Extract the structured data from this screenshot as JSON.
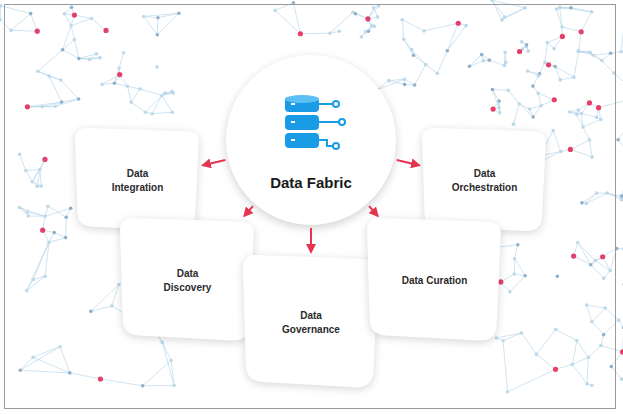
{
  "diagram": {
    "nodes": [
      {
        "text": [
          "Data Fabric"
        ]
      },
      {
        "text": [
          "Data Integration"
        ]
      },
      {
        "text": [
          "Data Orchestration"
        ]
      },
      {
        "text": [
          "Data Discovery"
        ]
      },
      {
        "text": [
          "Data Governance"
        ]
      },
      {
        "text": [
          "Data Curation"
        ]
      }
    ],
    "edges": [
      {
        "from": 0,
        "to": 1,
        "arrow": "to"
      },
      {
        "from": 0,
        "to": 2,
        "arrow": "to"
      },
      {
        "from": 0,
        "to": 3,
        "arrow": "to"
      },
      {
        "from": 0,
        "to": 4,
        "arrow": "to"
      },
      {
        "from": 0,
        "to": 5,
        "arrow": "to"
      }
    ]
  }
}
